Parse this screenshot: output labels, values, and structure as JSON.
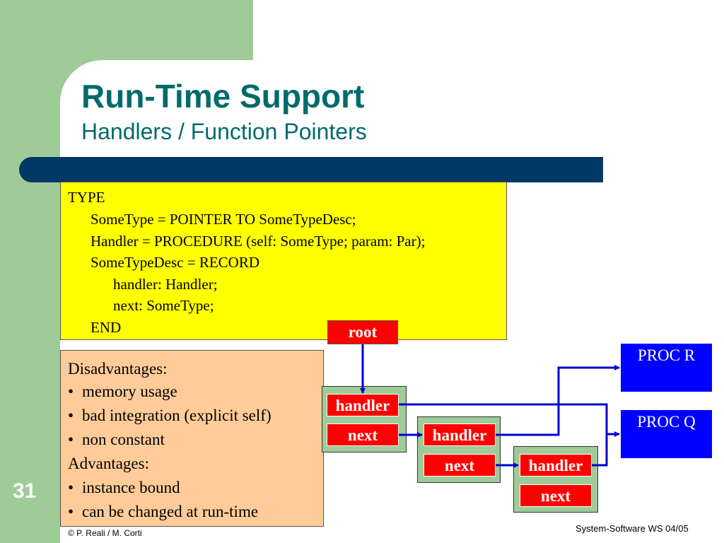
{
  "slide": {
    "title": "Run-Time Support",
    "subtitle": "Handlers / Function Pointers",
    "number": "31"
  },
  "code": {
    "lines": [
      "TYPE",
      "SomeType = POINTER TO SomeTypeDesc;",
      "Handler = PROCEDURE (self: SomeType; param: Par);",
      "SomeTypeDesc = RECORD",
      "handler: Handler;",
      "next: SomeType;",
      "END"
    ]
  },
  "notes": {
    "disadvantages_heading": "Disadvantages:",
    "disadvantages": [
      "memory usage",
      "bad integration (explicit self)",
      "non constant"
    ],
    "advantages_heading": "Advantages:",
    "advantages": [
      "instance bound",
      "can be changed at run-time"
    ],
    "bullet": "•"
  },
  "diagram": {
    "root_label": "root",
    "nodes": [
      {
        "handler_label": "handler",
        "next_label": "next"
      },
      {
        "handler_label": "handler",
        "next_label": "next"
      },
      {
        "handler_label": "handler",
        "next_label": "next"
      }
    ],
    "procs": [
      {
        "label": "PROC R"
      },
      {
        "label": "PROC Q"
      }
    ]
  },
  "footer": {
    "left": "© P. Reali / M. Corti",
    "right": "System-Software WS 04/05"
  },
  "colors": {
    "title": "#006b6b",
    "accent_bar": "#003865",
    "green": "#9ecb98",
    "code_bg": "#ffff00",
    "notes_bg": "#ffcc99",
    "field_red": "#ff0000",
    "proc_blue": "#0000ff"
  }
}
